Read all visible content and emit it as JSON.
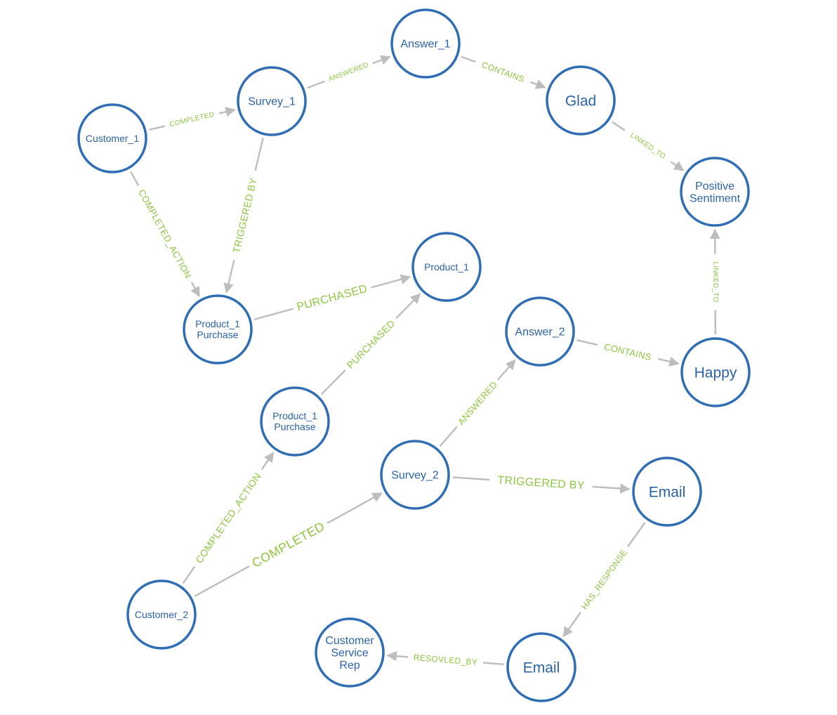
{
  "colors": {
    "node_stroke": "#2f6db5",
    "node_text": "#2a63a8",
    "edge_line": "#bdbdbd",
    "edge_label": "#8dc63f"
  },
  "nodes": [
    {
      "id": "customer_1",
      "label": "Customer_1"
    },
    {
      "id": "survey_1",
      "label": "Survey_1"
    },
    {
      "id": "answer_1",
      "label": "Answer_1"
    },
    {
      "id": "glad",
      "label": "Glad"
    },
    {
      "id": "positive_sentiment",
      "label": "Positive\nSentiment"
    },
    {
      "id": "product_1_purchase_a",
      "label": "Product_1\nPurchase"
    },
    {
      "id": "product_1",
      "label": "Product_1"
    },
    {
      "id": "answer_2",
      "label": "Answer_2"
    },
    {
      "id": "happy",
      "label": "Happy"
    },
    {
      "id": "product_1_purchase_b",
      "label": "Product_1\nPurchase"
    },
    {
      "id": "survey_2",
      "label": "Survey_2"
    },
    {
      "id": "email_1",
      "label": "Email"
    },
    {
      "id": "customer_2",
      "label": "Customer_2"
    },
    {
      "id": "customer_service_rep",
      "label": "Customer\nService\nRep"
    },
    {
      "id": "email_2",
      "label": "Email"
    }
  ],
  "edges": [
    {
      "from": "customer_1",
      "to": "survey_1",
      "label": "COMPLETED"
    },
    {
      "from": "survey_1",
      "to": "answer_1",
      "label": "ANSWERED"
    },
    {
      "from": "answer_1",
      "to": "glad",
      "label": "CONTAINS"
    },
    {
      "from": "glad",
      "to": "positive_sentiment",
      "label": "LINKED_TO"
    },
    {
      "from": "customer_1",
      "to": "product_1_purchase_a",
      "label": "COMPLETED_ACTION"
    },
    {
      "from": "survey_1",
      "to": "product_1_purchase_a",
      "label": "TRIGGERED BY"
    },
    {
      "from": "product_1_purchase_a",
      "to": "product_1",
      "label": "PURCHASED"
    },
    {
      "from": "happy",
      "to": "positive_sentiment",
      "label": "LINKED_TO"
    },
    {
      "from": "answer_2",
      "to": "happy",
      "label": "CONTAINS"
    },
    {
      "from": "product_1_purchase_b",
      "to": "product_1",
      "label": "PURCHASED"
    },
    {
      "from": "survey_2",
      "to": "answer_2",
      "label": "ANSWERED"
    },
    {
      "from": "survey_2",
      "to": "email_1",
      "label": "TRIGGERED BY"
    },
    {
      "from": "customer_2",
      "to": "product_1_purchase_b",
      "label": "COMPLETED_ACTION"
    },
    {
      "from": "customer_2",
      "to": "survey_2",
      "label": "COMPLETED"
    },
    {
      "from": "email_1",
      "to": "email_2",
      "label": "HAS_RESPONSE"
    },
    {
      "from": "email_2",
      "to": "customer_service_rep",
      "label": "RESOVLED_BY"
    }
  ]
}
